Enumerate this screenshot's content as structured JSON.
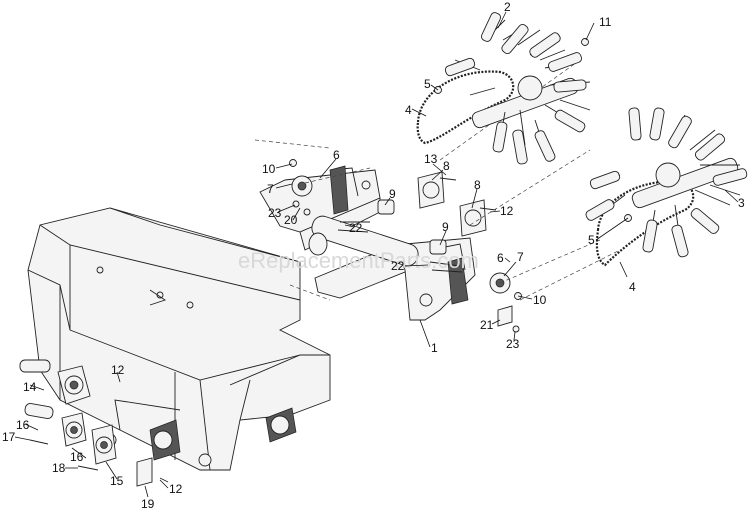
{
  "watermark": "eReplacementParts.com",
  "callouts": [
    "1",
    "2",
    "3",
    "4",
    "4",
    "5",
    "5",
    "6",
    "6",
    "7",
    "7",
    "8",
    "8",
    "9",
    "9",
    "10",
    "10",
    "11",
    "12",
    "12",
    "12",
    "13",
    "14",
    "15",
    "16",
    "16",
    "17",
    "18",
    "19",
    "20",
    "21",
    "22",
    "22",
    "23",
    "23"
  ]
}
